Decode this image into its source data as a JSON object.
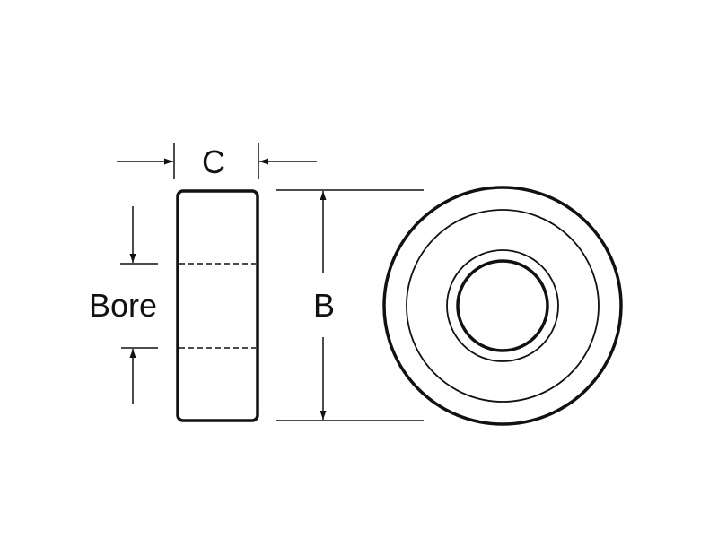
{
  "labels": {
    "width": "C",
    "bore": "Bore",
    "outer_diameter": "B"
  },
  "colors": {
    "line": "#111111",
    "background": "#ffffff"
  }
}
